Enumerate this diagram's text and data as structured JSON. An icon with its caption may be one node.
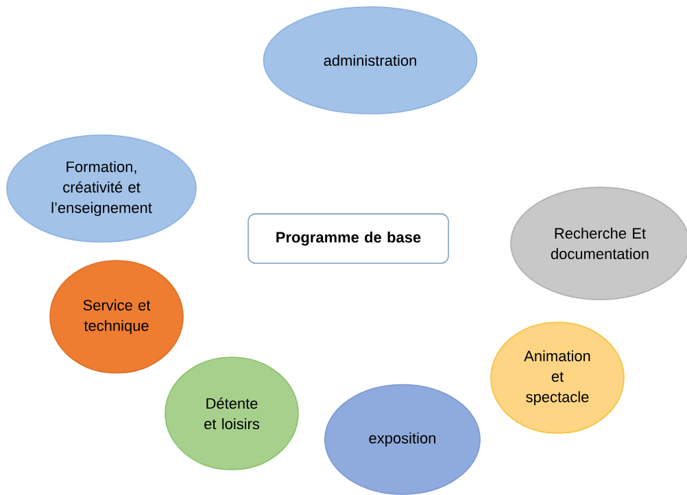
{
  "diagram": {
    "nodes": [
      {
        "text": [
          "administration"
        ]
      },
      {
        "text": [
          "Formation, créativité et l’enseignement"
        ]
      },
      {
        "text": [
          "Programme de base"
        ]
      },
      {
        "text": [
          "Recherche Et documentation"
        ]
      },
      {
        "text": [
          "Service et technique"
        ]
      },
      {
        "text": [
          "Animation et spectacle"
        ]
      },
      {
        "text": [
          "Détente et loisirs"
        ]
      },
      {
        "text": [
          "exposition"
        ]
      }
    ]
  }
}
